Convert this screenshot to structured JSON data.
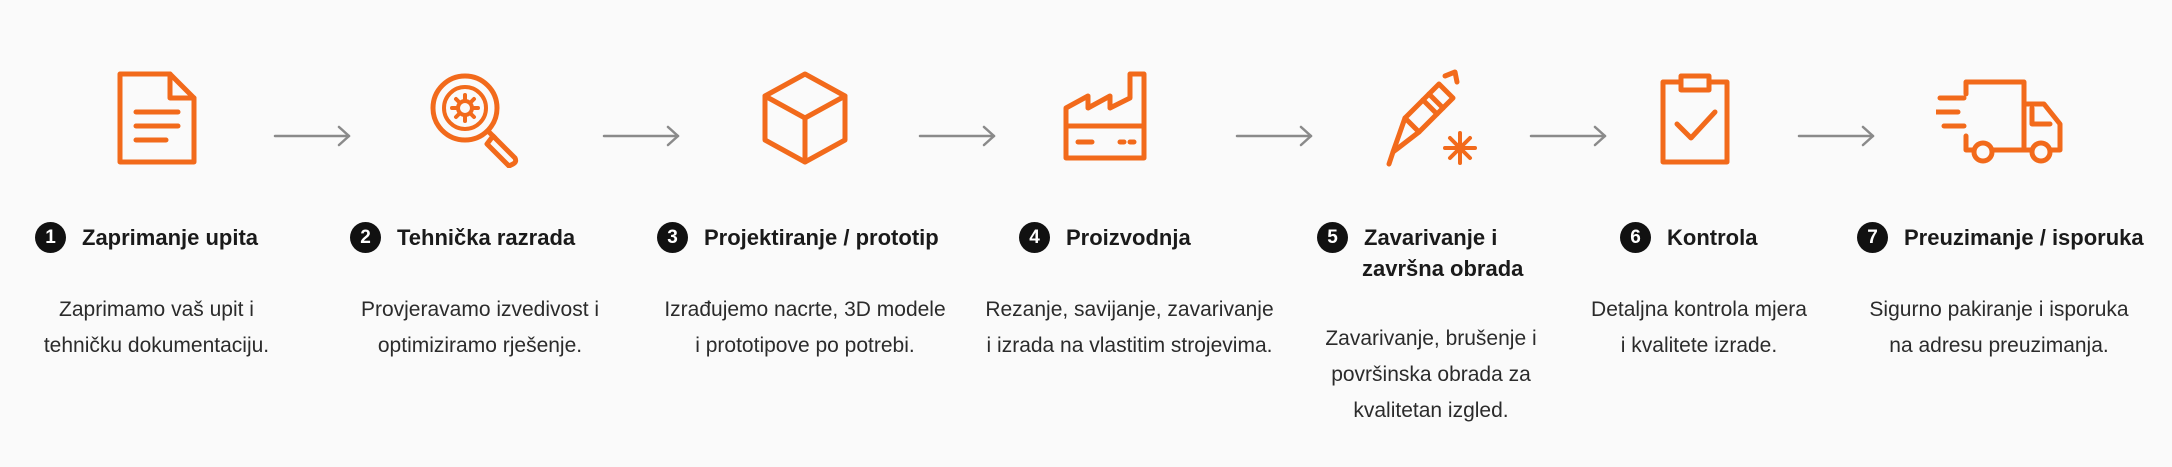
{
  "colors": {
    "accent": "#f26a1b",
    "badge": "#111111",
    "arrow": "#8a8a8a"
  },
  "steps": [
    {
      "num": "1",
      "title": "Zaprimanje upita",
      "desc": [
        "Zaprimamo vaš upit i",
        "tehničku dokumentaciju."
      ],
      "icon": "document-icon"
    },
    {
      "num": "2",
      "title": "Tehnička razrada",
      "desc": [
        "Provjeravamo izvedivost i",
        "optimiziramo rješenje."
      ],
      "icon": "magnifier-gear-icon"
    },
    {
      "num": "3",
      "title": "Projektiranje / prototip",
      "desc": [
        "Izrađujemo nacrte, 3D modele",
        "i prototipove po potrebi."
      ],
      "icon": "cube-icon"
    },
    {
      "num": "4",
      "title": "Proizvodnja",
      "desc": [
        "Rezanje, savijanje, zavarivanje",
        "i izrada na vlastitim strojevima."
      ],
      "icon": "factory-icon"
    },
    {
      "num": "5",
      "title_lines": [
        "Zavarivanje i",
        "završna obrada"
      ],
      "desc": [
        "Zavarivanje, brušenje i",
        "površinska obrada za",
        "kvalitetan izgled."
      ],
      "icon": "welding-torch-icon"
    },
    {
      "num": "6",
      "title": "Kontrola",
      "desc": [
        "Detaljna kontrola mjera",
        "i kvalitete izrade."
      ],
      "icon": "clipboard-check-icon"
    },
    {
      "num": "7",
      "title": "Preuzimanje / isporuka",
      "desc": [
        "Sigurno pakiranje i isporuka",
        "na adresu preuzimanja."
      ],
      "icon": "delivery-truck-icon"
    }
  ]
}
